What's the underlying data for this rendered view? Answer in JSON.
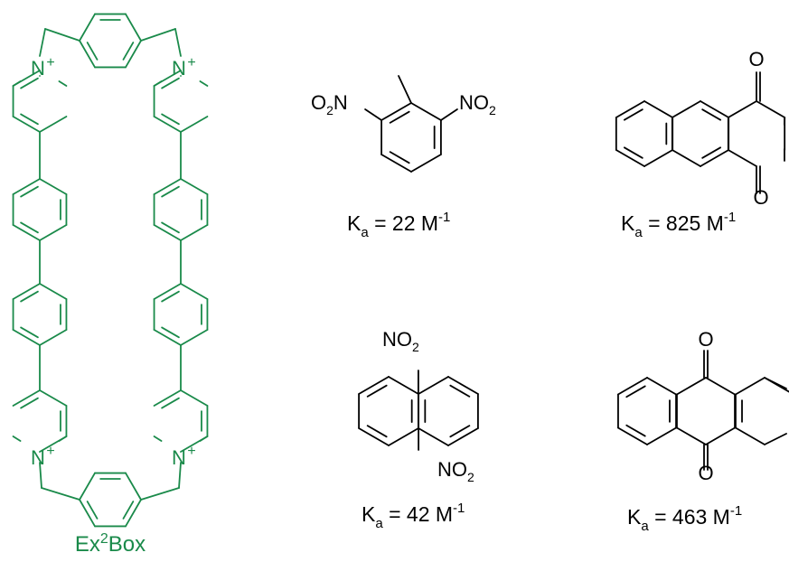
{
  "colors": {
    "host": "#1a8a4a",
    "guest": "#000000"
  },
  "host": {
    "label_main": "Ex",
    "label_sup": "2",
    "label_end": "Box",
    "n_label": "N",
    "charge": "+"
  },
  "guests": [
    {
      "name_atoms": {
        "left_a": "O",
        "left_sub": "2",
        "left_b": "N",
        "right_a": "NO",
        "right_sub": "2"
      },
      "ka": {
        "k": "K",
        "sub": "a",
        "eq": " = 22 M",
        "sup": "-1"
      }
    },
    {
      "name_atoms": {
        "o_top": "O",
        "o_bottom": "O"
      },
      "ka": {
        "k": "K",
        "sub": "a",
        "eq": " = 825 M",
        "sup": "-1"
      }
    },
    {
      "name_atoms": {
        "top_a": "NO",
        "top_sub": "2",
        "bottom_a": "NO",
        "bottom_sub": "2"
      },
      "ka": {
        "k": "K",
        "sub": "a",
        "eq": " = 42 M",
        "sup": "-1"
      }
    },
    {
      "name_atoms": {
        "o_top": "O",
        "o_bottom": "O"
      },
      "ka": {
        "k": "K",
        "sub": "a",
        "eq": " = 463 M",
        "sup": "-1"
      }
    }
  ]
}
